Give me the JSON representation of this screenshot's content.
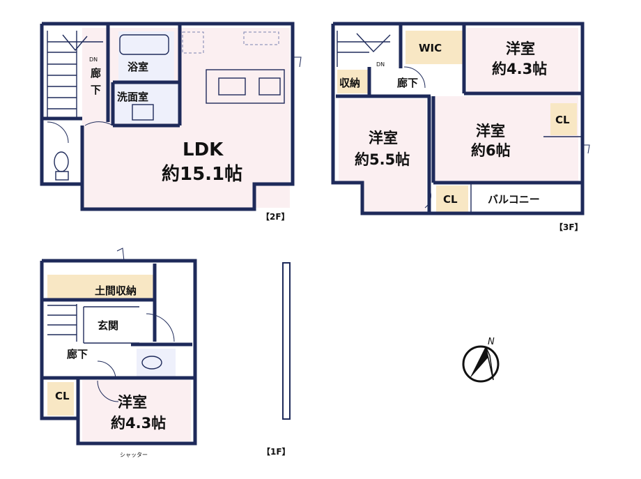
{
  "floors": {
    "f2": {
      "tag": "【2F】",
      "rooms": {
        "ldk_name": "LDK",
        "ldk_size": "約15.1帖",
        "bath": "浴室",
        "washroom": "洗面室",
        "hall": "廊下",
        "dn": "DN"
      }
    },
    "f3": {
      "tag": "【3F】",
      "rooms": {
        "wic": "WIC",
        "bed_ne_name": "洋室",
        "bed_ne_size": "約4.3帖",
        "storage": "収納",
        "hall": "廊下",
        "dn": "DN",
        "bed_w_name": "洋室",
        "bed_w_size": "約5.5帖",
        "bed_e_name": "洋室",
        "bed_e_size": "約6帖",
        "cl_east": "CL",
        "cl_south": "CL",
        "balcony": "バルコニー"
      }
    },
    "f1": {
      "tag": "【1F】",
      "rooms": {
        "earth_storage": "土間収納",
        "entrance": "玄関",
        "hall": "廊下",
        "cl": "CL",
        "bed_name": "洋室",
        "bed_size": "約4.3帖",
        "shutter": "シャッター"
      }
    }
  },
  "compass": {
    "label": "N"
  },
  "colors": {
    "wall": "#1e2a5a",
    "room": "#fbeff1",
    "storage": "#f8e7c4",
    "wet": "#eef0fb"
  }
}
